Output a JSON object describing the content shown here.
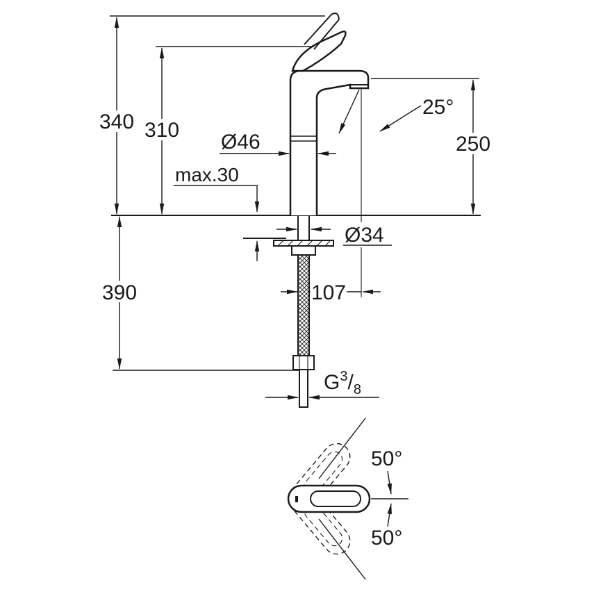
{
  "labels": {
    "total_height": "340",
    "upper_height": "310",
    "spout_diameter": "Ø46",
    "spout_angle": "25°",
    "spout_height": "250",
    "counter_max": "max.30",
    "hole_diameter": "Ø34",
    "hose_length": "390",
    "reach": "107",
    "thread": {
      "prefix": "G",
      "numerator": "3",
      "slash": "/",
      "denominator": "8"
    },
    "swivel_upper": "50°",
    "swivel_lower": "50°"
  },
  "colors": {
    "line": "#1a1a1a",
    "background": "#ffffff"
  }
}
